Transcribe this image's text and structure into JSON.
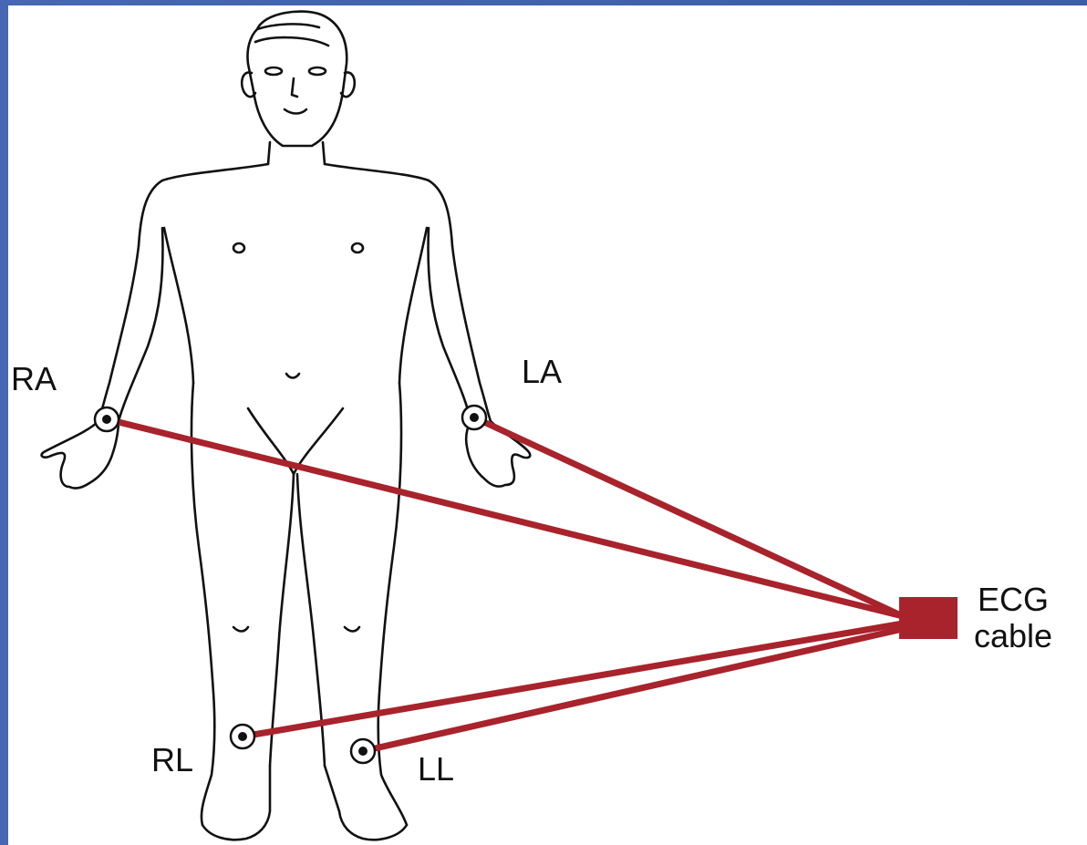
{
  "labels": {
    "ra": "RA",
    "la": "LA",
    "rl": "RL",
    "ll": "LL",
    "ecg_line1": "ECG",
    "ecg_line2": "cable"
  },
  "colors": {
    "frame": "#3b5ca6",
    "lead_wire": "#a8232b",
    "outline": "#111111",
    "background": "#ffffff"
  },
  "icons": {
    "figure": "human-body-outline",
    "electrode": "electrode-circle",
    "connector": "ecg-cable-block"
  }
}
